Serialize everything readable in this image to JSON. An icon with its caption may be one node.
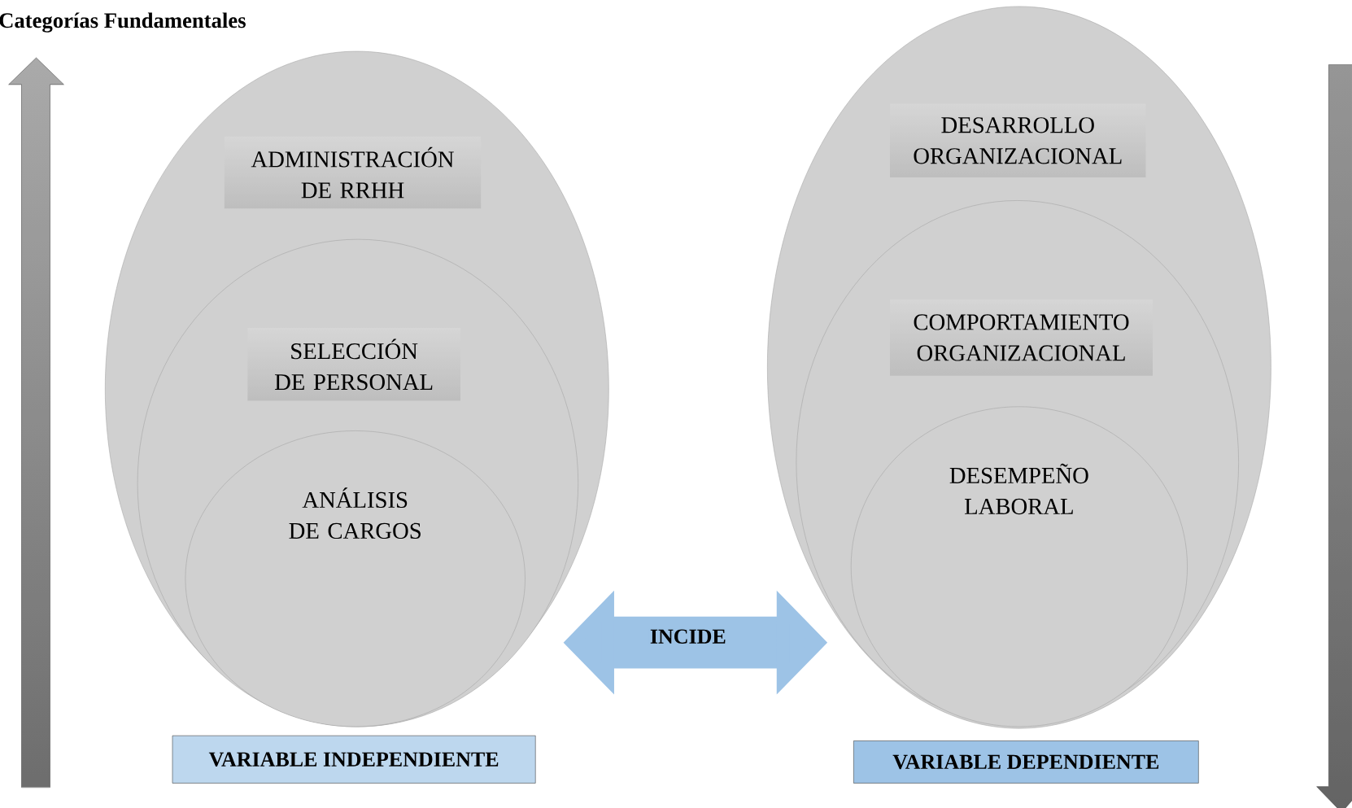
{
  "diagram": {
    "title": "Categorías Fundamentales",
    "nodes": [
      {
        "text": [
          "ADMINISTRACIÓN DE RRHH"
        ]
      },
      {
        "text": [
          "SELECCIÓN DE PERSONAL"
        ],
        "in": 0
      },
      {
        "text": [
          "ANÁLISIS DE CARGOS"
        ],
        "in": 1
      },
      {
        "text": [
          "DESARROLLO ORGANIZACIONAL"
        ]
      },
      {
        "text": [
          "COMPORTAMIENTO ORGANIZACIONAL"
        ],
        "in": 3
      },
      {
        "text": [
          "DESEMPEÑO LABORAL"
        ],
        "in": 4
      },
      {
        "text": [
          "VARIABLE INDEPENDIENTE"
        ]
      },
      {
        "text": [
          "VARIABLE DEPENDIENTE"
        ]
      }
    ],
    "edges": [
      {
        "from": 0,
        "to": 3,
        "arrow": "both",
        "label": "INCIDE"
      }
    ]
  }
}
